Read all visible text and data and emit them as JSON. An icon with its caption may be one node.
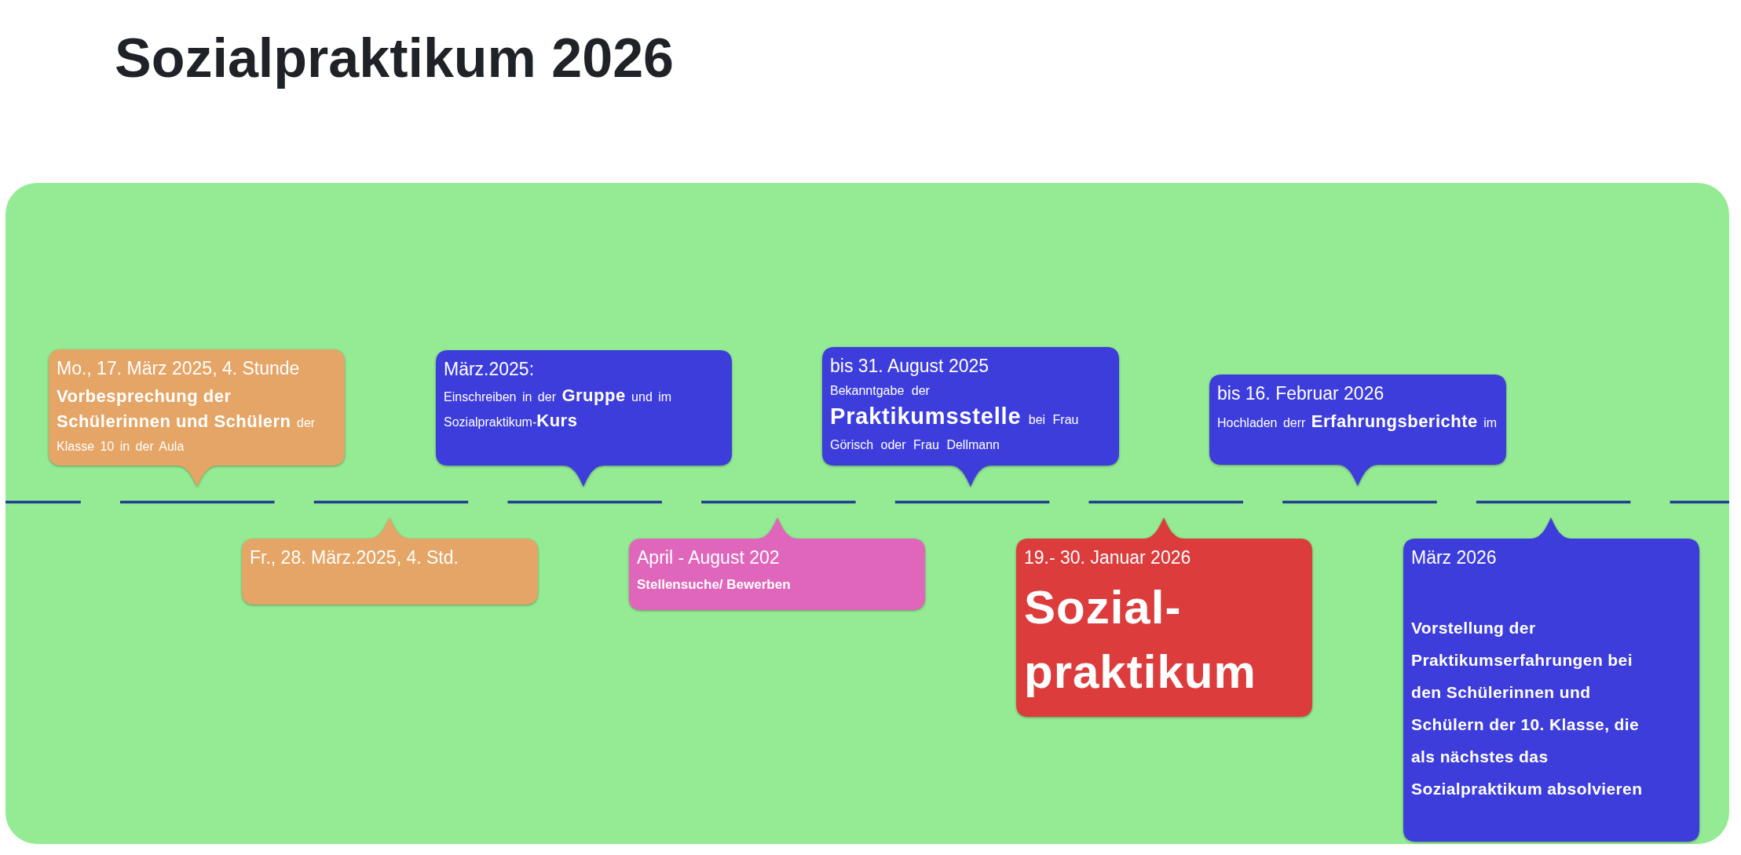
{
  "diagram": {
    "title": "Sozialpraktikum 2026",
    "nodes": [
      {
        "text": [
          "Mo., 17. März 2025, 4. Stunde",
          "**Vorbesprechung der Schülerinnen und Schülern** der Klasse 10 in der Aula"
        ]
      },
      {
        "text": [
          "Fr., 28. März.2025, 4. Std."
        ]
      },
      {
        "text": [
          "März.2025:",
          "Einschreiben in der **Gruppe** und im Sozialpraktikum-**Kurs**"
        ]
      },
      {
        "text": [
          "April - August 202",
          "Stellensuche/ Bewerben"
        ]
      },
      {
        "text": [
          "bis 31. August 2025",
          "Bekanntgabe der **Praktikumsstelle** bei Frau Görisch oder Frau Dellmann"
        ]
      },
      {
        "text": [
          "19.- 30. Januar 2026",
          "Sozial- praktikum"
        ]
      },
      {
        "text": [
          "bis 16. Februar 2026",
          "Hochladen derr **Erfahrungsberichte** im"
        ]
      },
      {
        "text": [
          "März 2026",
          "Vorstellung der Praktikumserfahrungen bei den Schülerinnen und Schülern der 10. Klasse, die als nächstes das Sozialpraktikum absolvieren"
        ]
      }
    ]
  }
}
